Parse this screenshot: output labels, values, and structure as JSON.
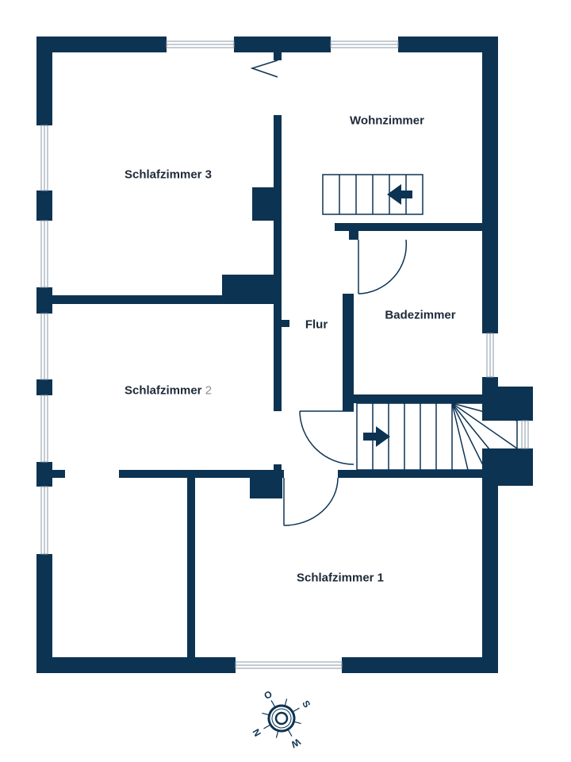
{
  "rooms": {
    "wohnzimmer": "Wohnzimmer",
    "schlafzimmer3": "Schlafzimmer 3",
    "flur": "Flur",
    "badezimmer": "Badezimmer",
    "schlafzimmer2_name": "Schlafzimmer",
    "schlafzimmer2_num": "2",
    "schlafzimmer1": "Schlafzimmer 1"
  },
  "compass": {
    "north": "N",
    "east": "O",
    "south": "S",
    "west": "W"
  },
  "colors": {
    "wall": "#0d3352",
    "text": "#1e2a38"
  }
}
